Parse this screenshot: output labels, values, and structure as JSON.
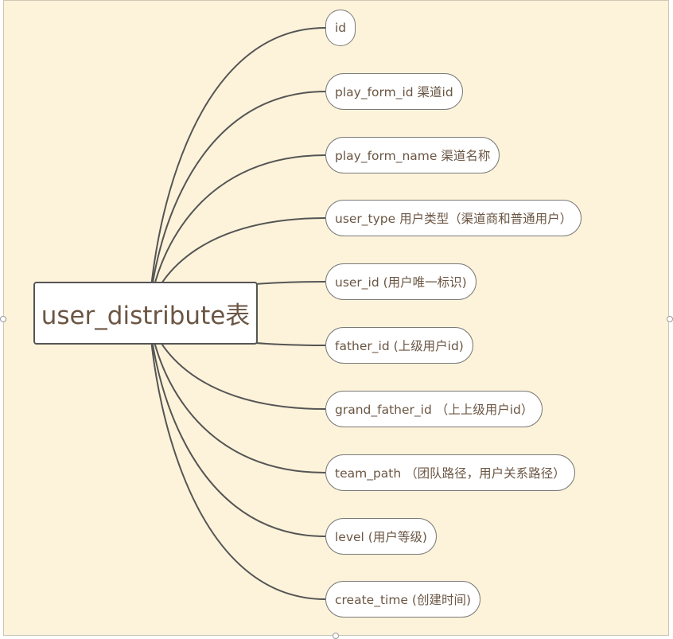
{
  "root": {
    "label": "user_distribute表"
  },
  "fields": [
    {
      "label": "id"
    },
    {
      "label": "play_form_id 渠道id"
    },
    {
      "label": "play_form_name 渠道名称"
    },
    {
      "label": "user_type 用户类型（渠道商和普通用户）"
    },
    {
      "label": "user_id (用户唯一标识)"
    },
    {
      "label": "father_id (上级用户id)"
    },
    {
      "label": "grand_father_id （上上级用户id）"
    },
    {
      "label": "team_path （团队路径，用户关系路径）"
    },
    {
      "label": "level (用户等级)"
    },
    {
      "label": "create_time (创建时间)"
    }
  ],
  "colors": {
    "background": "#fdf3da",
    "text": "#6b5644",
    "connector": "#555555",
    "node_border": "#7a7a7a"
  }
}
